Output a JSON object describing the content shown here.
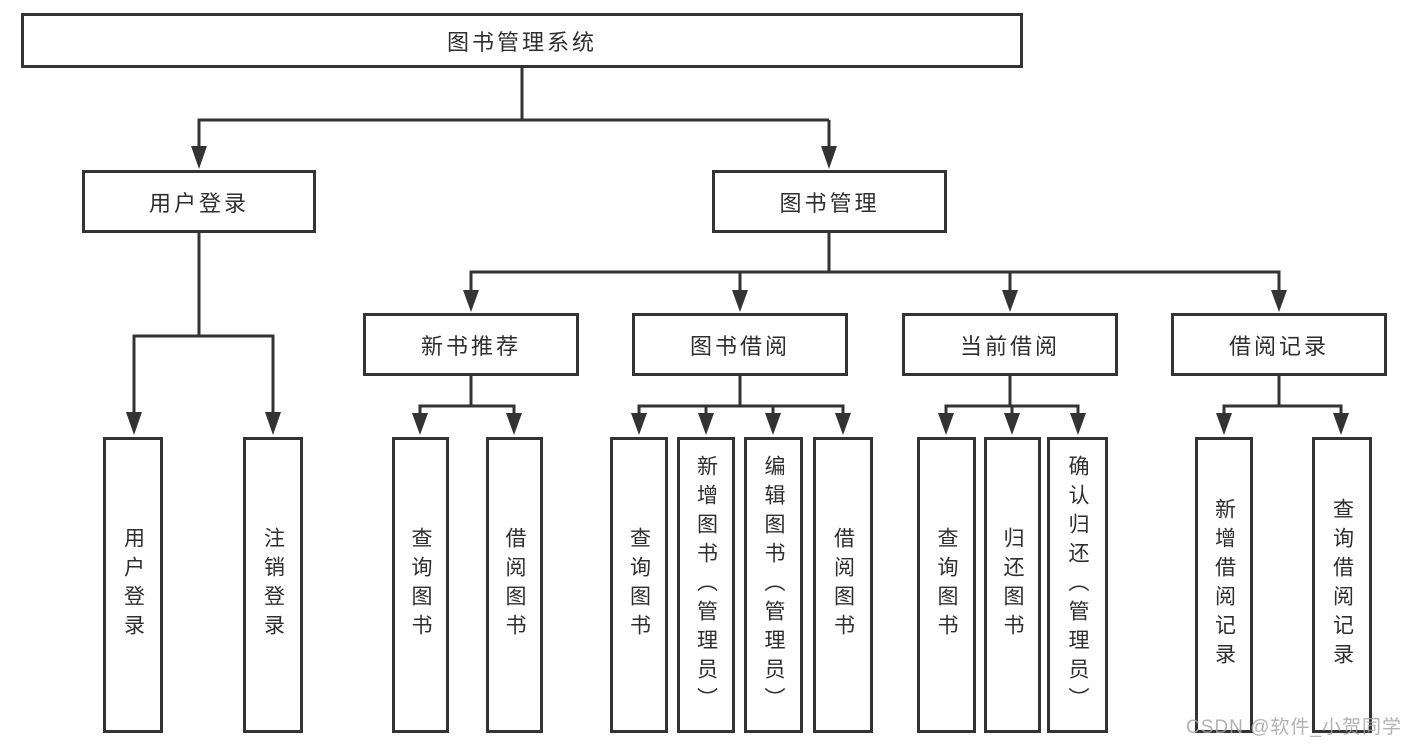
{
  "diagram": {
    "type": "hierarchy-tree",
    "colors": {
      "line": "#333333",
      "box_border": "#333333",
      "text": "#2e2e2e",
      "background": "#ffffff",
      "watermark": "#a5a5a5"
    },
    "tree": {
      "label": "图书管理系统",
      "children": [
        {
          "label": "用户登录",
          "children": [
            {
              "label": "用户登录"
            },
            {
              "label": "注销登录"
            }
          ]
        },
        {
          "label": "图书管理",
          "children": [
            {
              "label": "新书推荐",
              "children": [
                {
                  "label": "查询图书"
                },
                {
                  "label": "借阅图书"
                }
              ]
            },
            {
              "label": "图书借阅",
              "children": [
                {
                  "label": "查询图书"
                },
                {
                  "label": "新增图书（管理员）"
                },
                {
                  "label": "编辑图书（管理员）"
                },
                {
                  "label": "借阅图书"
                }
              ]
            },
            {
              "label": "当前借阅",
              "children": [
                {
                  "label": "查询图书"
                },
                {
                  "label": "归还图书"
                },
                {
                  "label": "确认归还（管理员）"
                }
              ]
            },
            {
              "label": "借阅记录",
              "children": [
                {
                  "label": "新增借阅记录"
                },
                {
                  "label": "查询借阅记录"
                }
              ]
            }
          ]
        }
      ]
    }
  },
  "watermark": {
    "text": "CSDN @软件_小贺同学"
  }
}
